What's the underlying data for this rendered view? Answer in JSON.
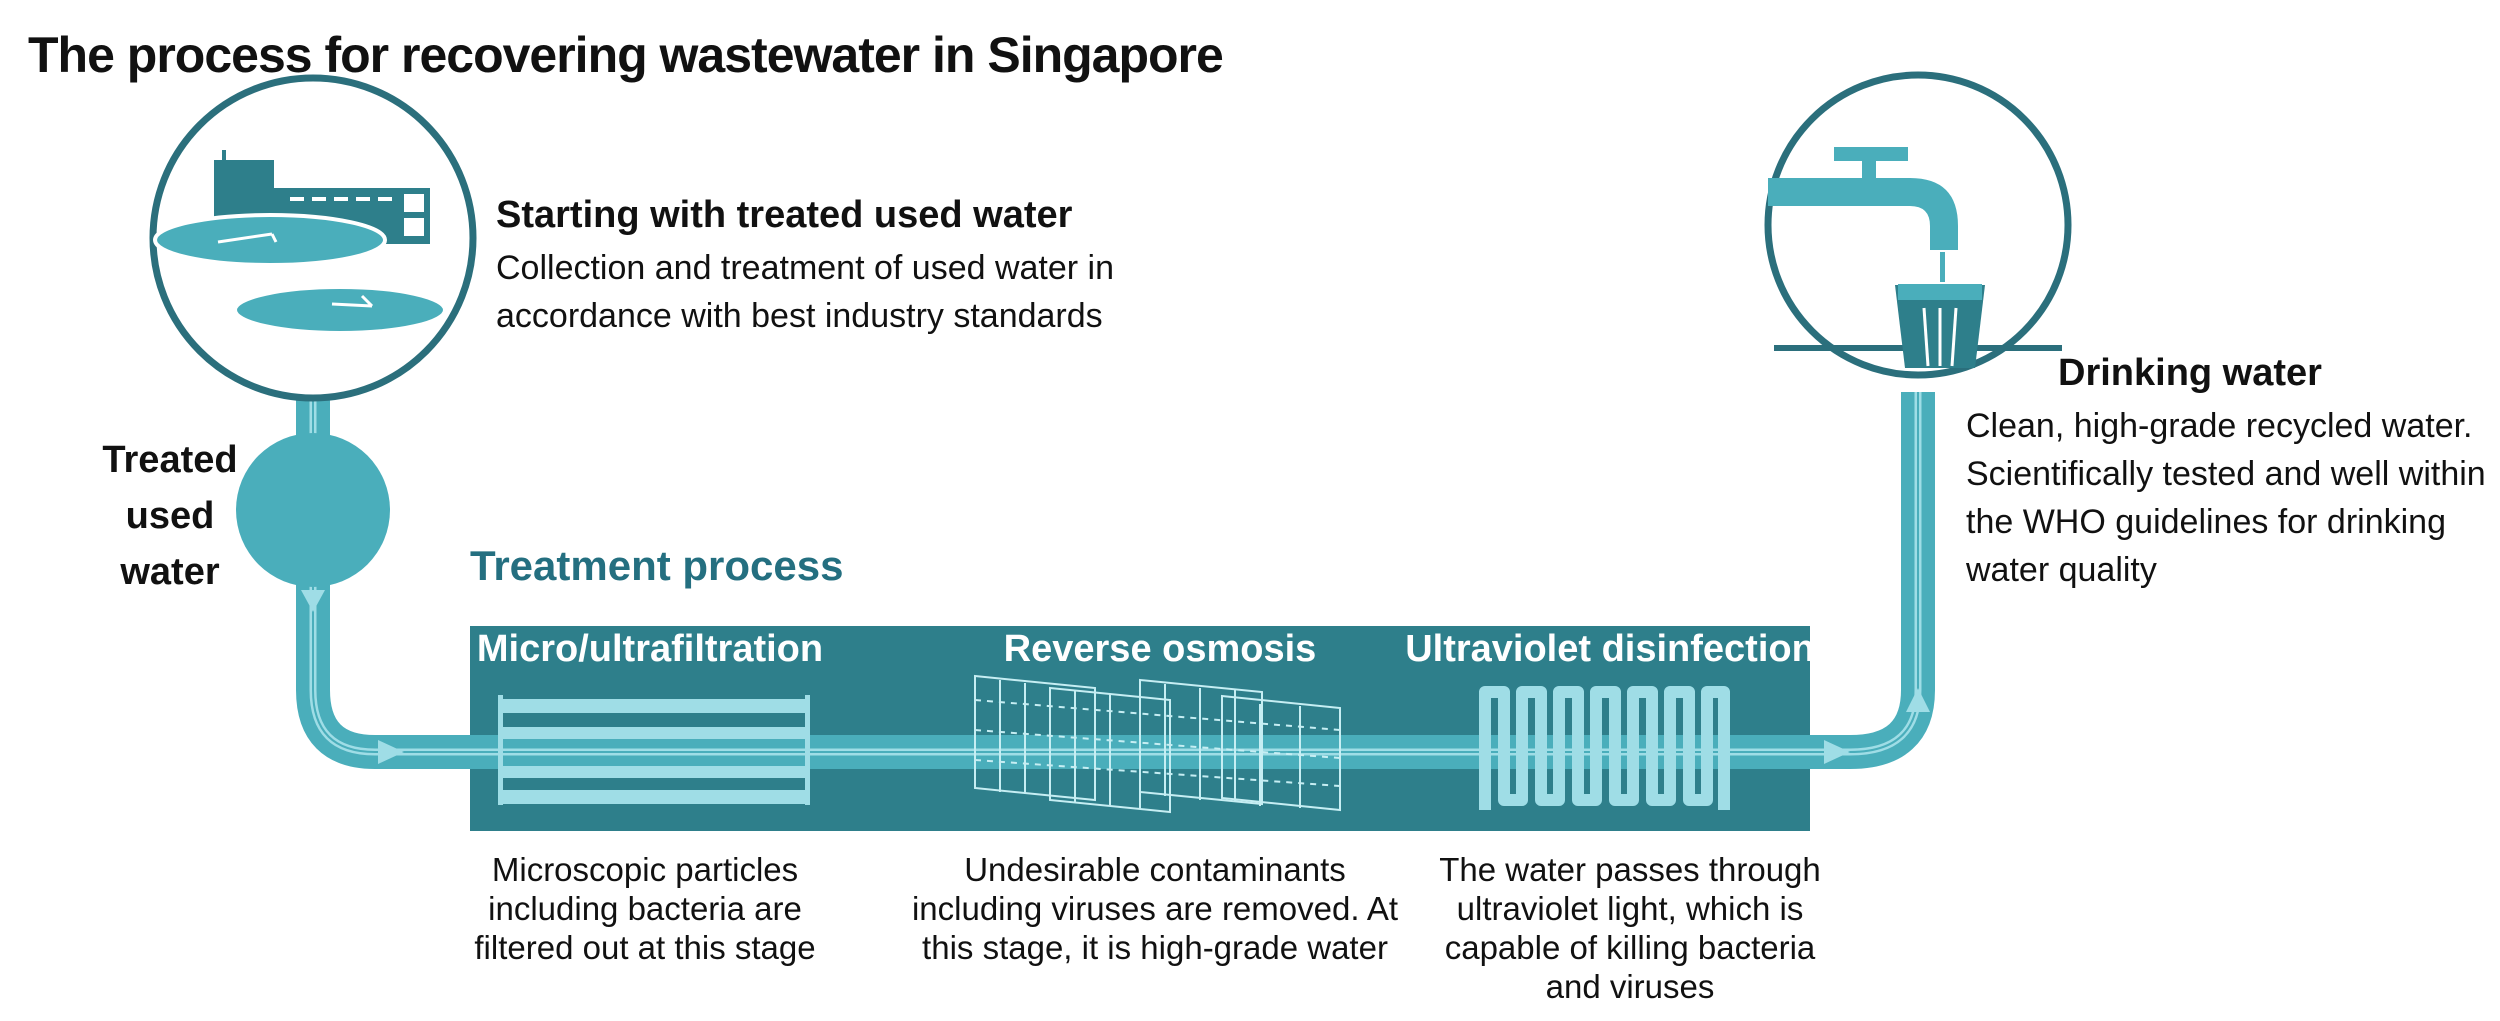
{
  "title": "The process for recovering wastewater in Singapore",
  "colors": {
    "teal_dark": "#2e7f8b",
    "teal_mid": "#4aaebb",
    "teal_light": "#9fdde6",
    "circle_stroke": "#2b6f7c",
    "heading_teal": "#246f80"
  },
  "source": {
    "heading": "Starting with treated used water",
    "description": "Collection and treatment of used water in accordance with best industry standards",
    "icon": "treatment-plant-icon"
  },
  "treated_label": [
    "Treated",
    "used",
    "water"
  ],
  "process": {
    "title": "Treatment process",
    "stages": [
      {
        "name": "Micro/ultrafiltration",
        "icon": "filter-membrane-icon",
        "description": "Microscopic particles including bacteria are filtered out at this stage"
      },
      {
        "name": "Reverse osmosis",
        "icon": "membrane-grid-icon",
        "description": "Undesirable contaminants including viruses are removed. At this stage, it is high-grade water"
      },
      {
        "name": "Ultraviolet disinfection",
        "icon": "uv-coil-icon",
        "description": "The water passes through ultraviolet light, which is capable of killing bacteria and viruses"
      }
    ]
  },
  "destination": {
    "heading": "Drinking water",
    "description": "Clean, high-grade recycled water. Scientifically tested and well within the WHO guidelines for drinking water quality",
    "icon": "tap-and-glass-icon"
  }
}
